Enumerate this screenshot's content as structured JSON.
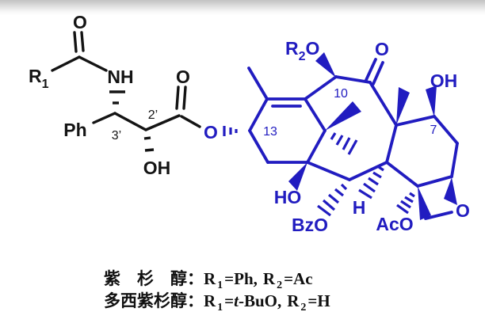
{
  "colors": {
    "side_chain_black": "#141414",
    "core_blue": "#211cc0",
    "background": "#ffffff",
    "top_band_gray": "#c2c2c2"
  },
  "molecule": {
    "side_chain": {
      "r1_base": "R",
      "r1_sub": "1",
      "amide_oxygen": "O",
      "amide_nh": "NH",
      "phenyl": "Ph",
      "c3_prime": "3’",
      "c2_prime": "2’",
      "hydroxyl": "OH",
      "ester_carbonyl_oxygen": "O",
      "ester_oxygen": "O"
    },
    "core": {
      "r2_base": "R",
      "r2_sub": "2",
      "r2_suffix": "O",
      "ketone_oxygen": "O",
      "c10_label": "10",
      "c13_label": "13",
      "c7_label": "7",
      "c7_hydroxyl": "OH",
      "c1_hydroxyl": "HO",
      "benzoate": "BzO",
      "c3_hydrogen": "H",
      "acetate": "AcO",
      "oxetane_oxygen": "O"
    }
  },
  "caption": {
    "line1": {
      "name": "紫　杉　醇：",
      "r1_base": "R",
      "r1_sub": "1",
      "r1_value": "=Ph,",
      "r2_base": "R",
      "r2_sub": "2",
      "r2_value": "=Ac"
    },
    "line2": {
      "name": "多西紫杉醇：",
      "r1_base": "R",
      "r1_sub": "1",
      "r1_eq": "=",
      "r1_italic": "t",
      "r1_rest": "-BuO,",
      "r2_base": "R",
      "r2_sub": "2",
      "r2_value": "=H"
    }
  }
}
